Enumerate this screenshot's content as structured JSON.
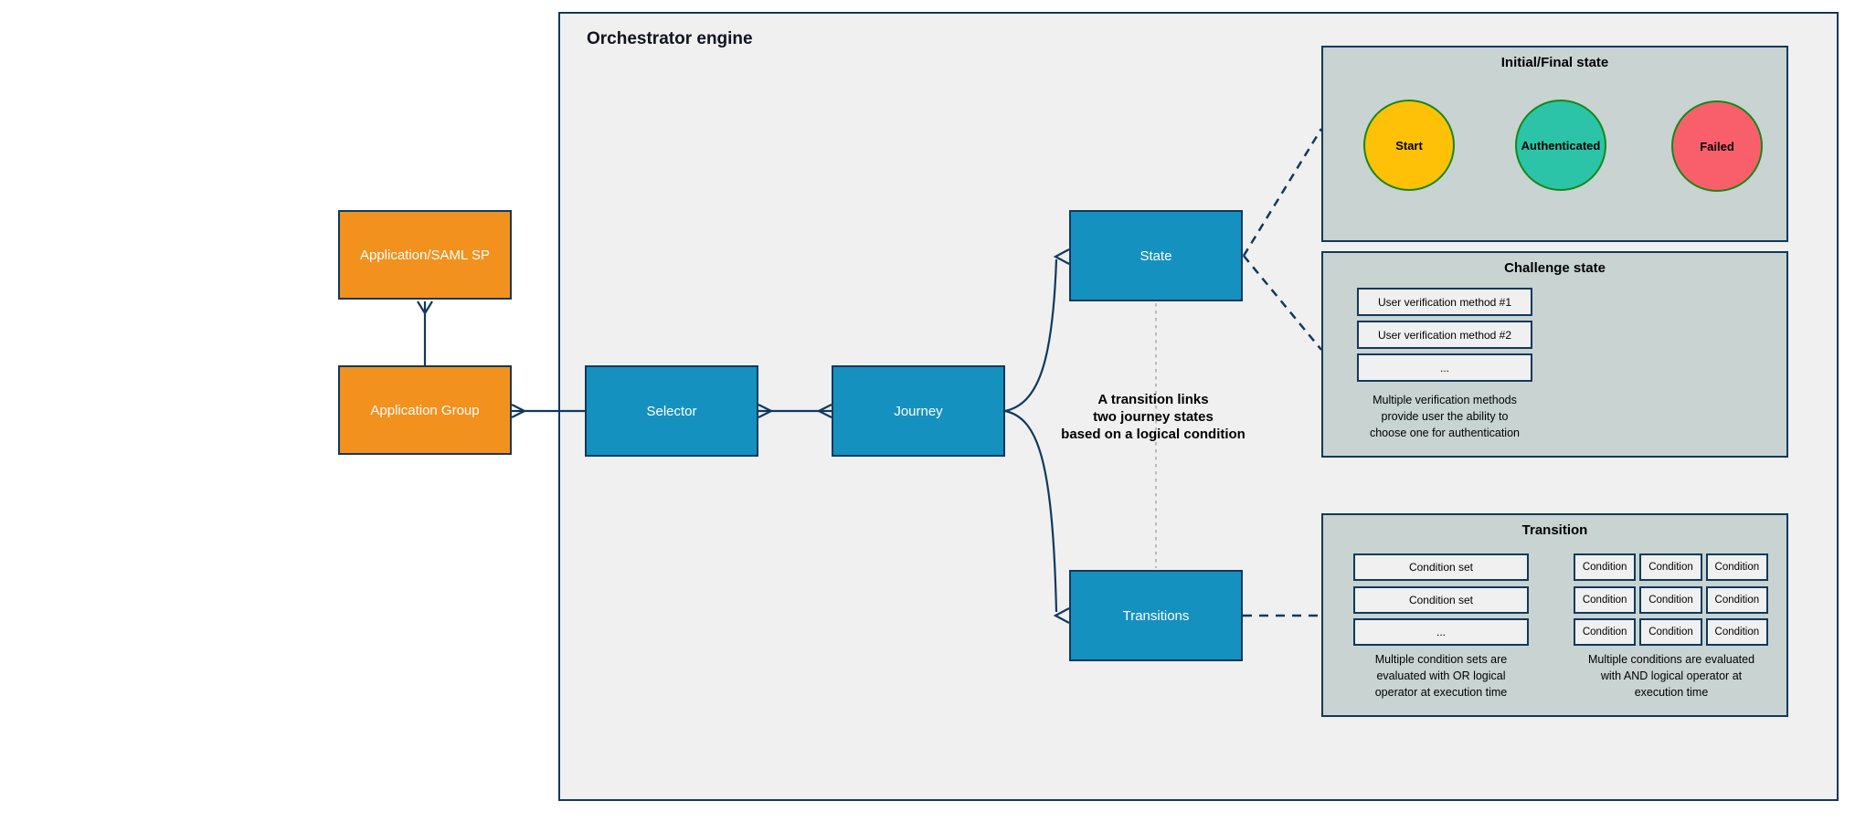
{
  "engine": {
    "title": "Orchestrator engine"
  },
  "nodes": {
    "app_saml_sp": {
      "label": "Application/SAML SP"
    },
    "app_group": {
      "label": "Application Group"
    },
    "selector": {
      "label": "Selector"
    },
    "journey": {
      "label": "Journey"
    },
    "state": {
      "label": "State"
    },
    "transitions": {
      "label": "Transitions"
    }
  },
  "annotation": {
    "text": "A transition links\ntwo journey states\nbased on a logical condition"
  },
  "panels": {
    "initial_final": {
      "title": "Initial/Final state",
      "states": [
        {
          "label": "Start",
          "color": "#FFC107"
        },
        {
          "label": "Authenticated",
          "color": "#2BC4A8"
        },
        {
          "label": "Failed",
          "color": "#F95F6B"
        }
      ]
    },
    "challenge": {
      "title": "Challenge state",
      "rows": [
        "User verification method #1",
        "User verification method #2",
        "..."
      ],
      "note": "Multiple verification methods\nprovide user the ability to\nchoose one for authentication"
    },
    "transition": {
      "title": "Transition",
      "condition_sets": [
        "Condition set",
        "Condition set",
        "..."
      ],
      "condition_grid": [
        [
          "Condition",
          "Condition",
          "Condition"
        ],
        [
          "Condition",
          "Condition",
          "Condition"
        ],
        [
          "Condition",
          "Condition",
          "Condition"
        ]
      ],
      "note_or": "Multiple condition sets are\nevaluated with OR logical\noperator at execution time",
      "note_and": "Multiple conditions are evaluated\nwith AND logical operator at\nexecution time"
    }
  },
  "colors": {
    "entity_fill": "#F2911E",
    "process_fill": "#1591BF",
    "stroke": "#10395C",
    "engine_fill": "#F0F0F0",
    "panel_fill": "#C8D3D2",
    "row_fill": "#F0F0F0",
    "circle_stroke": "#178717",
    "gray_dash": "#B0B0B0"
  }
}
